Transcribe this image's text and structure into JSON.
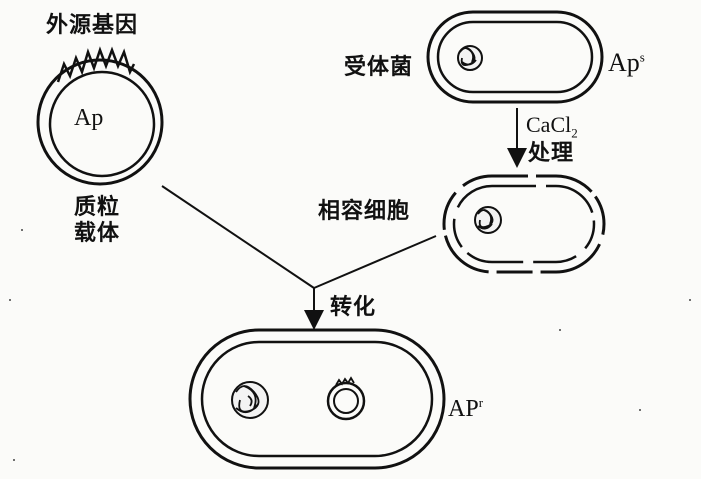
{
  "labels": {
    "foreign_gene": "外源基因",
    "plasmid_marker": "Ap",
    "plasmid_vector_line1": "质粒",
    "plasmid_vector_line2": "载体",
    "recipient_bacterium": "受体菌",
    "recipient_marker": "Ap",
    "recipient_marker_sup": "s",
    "treatment_reagent": "CaCl",
    "treatment_reagent_sub": "2",
    "treatment_action": "处理",
    "competent_cell": "相容细胞",
    "transformation": "转化",
    "result_marker": "AP",
    "result_marker_sup": "r"
  }
}
